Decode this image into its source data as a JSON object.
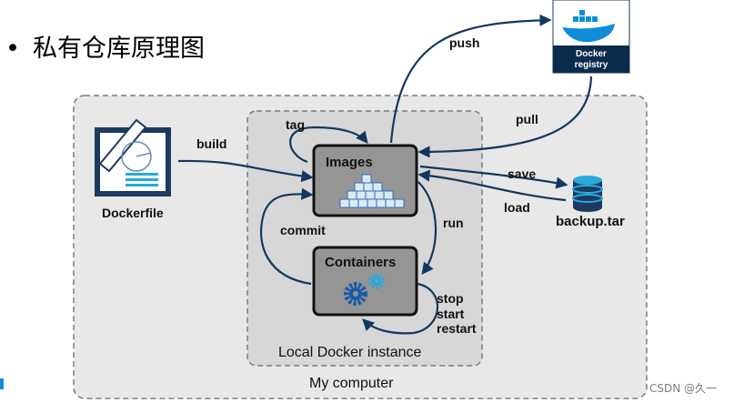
{
  "slide": {
    "bullet": "•",
    "title": "私有仓库原理图"
  },
  "regions": {
    "my_computer": "My computer",
    "local_instance": "Local Docker instance"
  },
  "nodes": {
    "images": "Images",
    "containers": "Containers",
    "dockerfile": "Dockerfile",
    "registry_line1": "Docker",
    "registry_line2": "registry",
    "backup": "backup.tar"
  },
  "edges": {
    "build": "build",
    "tag": "tag",
    "commit": "commit",
    "run": "run",
    "push": "push",
    "pull": "pull",
    "save": "save",
    "load": "load",
    "stop": "stop",
    "start": "start",
    "restart": "restart"
  },
  "watermark": "CSDN @久一",
  "colors": {
    "arrow": "#13385f",
    "outer_bg": "#e8e8e8",
    "inner_bg": "#d7d7d7",
    "box_bg": "#959595",
    "accent_blue": "#0f8ed8",
    "registry_bg": "#0b2c4c"
  }
}
